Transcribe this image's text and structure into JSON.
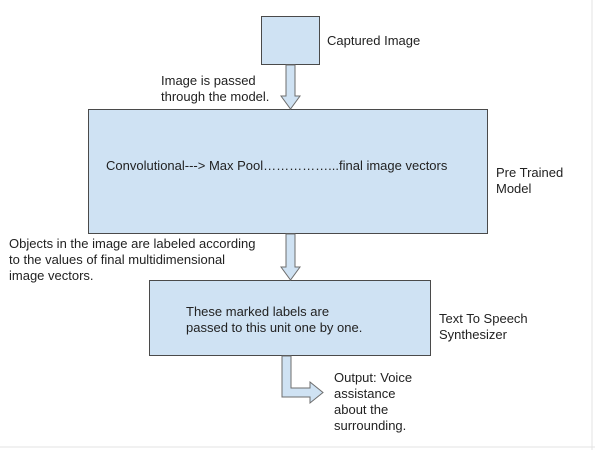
{
  "diagram": {
    "colors": {
      "box_fill": "#cfe2f3",
      "box_border": "#4a4a4a",
      "arrow_fill": "#cfe2f3",
      "arrow_stroke": "#6d6d6d",
      "text": "#222222",
      "background": "#ffffff"
    },
    "nodes": {
      "captured_image": {
        "label": "Captured Image"
      },
      "pretrained_model": {
        "inner_text": "Convolutional---> Max Pool……………...final image vectors",
        "label": "Pre Trained\nModel"
      },
      "tts": {
        "inner_text": "These marked labels are\npassed to this unit one by one.",
        "label": "Text To Speech\nSynthesizer"
      }
    },
    "edges": {
      "image_to_model": {
        "annotation": "Image is passed\nthrough the model."
      },
      "model_to_tts": {
        "annotation": "Objects in the image are labeled according\nto the values of final multidimensional\nimage vectors."
      },
      "tts_to_output": {
        "annotation": "Output: Voice\nassistance\nabout the\nsurrounding."
      }
    }
  }
}
